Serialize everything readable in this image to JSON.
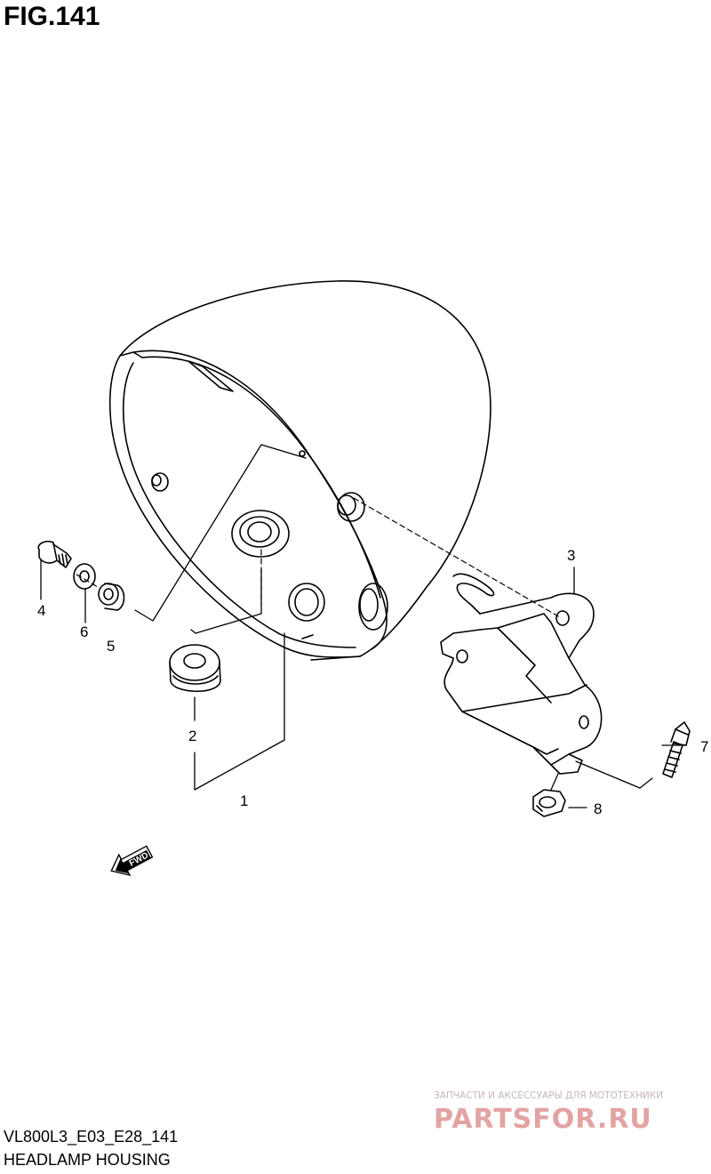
{
  "figure": {
    "title": "FIG.141"
  },
  "footer": {
    "code": "VL800L3_E03_E28_141",
    "name": "HEADLAMP HOUSING"
  },
  "fwd_label": "FWD",
  "watermark": {
    "caption": "ЗАПЧАСТИ И АКСЕССУАРЫ ДЛЯ МОТОТЕХНИКИ",
    "logo_text": "PARTSFOR.RU"
  },
  "callouts": [
    "1",
    "2",
    "3",
    "4",
    "5",
    "6",
    "7",
    "8"
  ],
  "colors": {
    "line": "#000000",
    "watermark": "#d98b8b"
  }
}
